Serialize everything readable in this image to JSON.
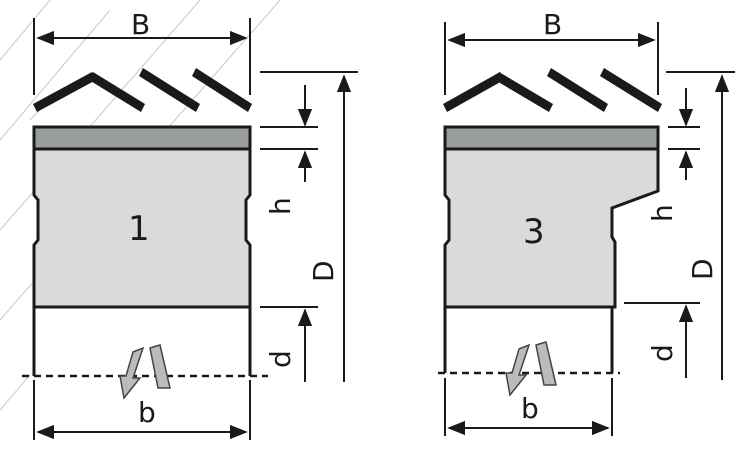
{
  "figure": {
    "left": {
      "label_B": "B",
      "label_h": "h",
      "label_D": "D",
      "label_d": "d",
      "label_b": "b",
      "number": "1"
    },
    "right": {
      "label_B": "B",
      "label_h": "h",
      "label_D": "D",
      "label_d": "d",
      "label_b": "b",
      "number": "3"
    }
  },
  "colors": {
    "block_fill": "#d9dbdb",
    "cap_fill": "#9a9d9e",
    "outline": "#1a1a1a"
  },
  "icons": [
    "saw-cut-arrow-icon",
    "slat-roof-icon"
  ]
}
